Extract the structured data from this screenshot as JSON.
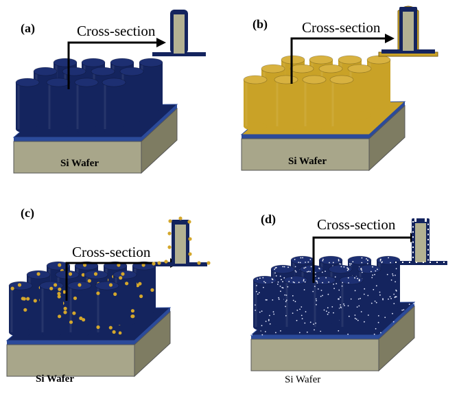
{
  "panels": [
    {
      "id": "a",
      "label": "(a)",
      "arrow_label": "Cross-section",
      "wafer_label": "Si Wafer",
      "variant": "plain",
      "wafer_label_bold": true
    },
    {
      "id": "b",
      "label": "(b)",
      "arrow_label": "Cross-section",
      "wafer_label": "Si Wafer",
      "variant": "gold",
      "wafer_label_bold": true
    },
    {
      "id": "c",
      "label": "(c)",
      "arrow_label": "Cross-section",
      "wafer_label": "Si Wafer",
      "variant": "particles",
      "wafer_label_bold": true
    },
    {
      "id": "d",
      "label": "(d)",
      "arrow_label": "Cross-section",
      "wafer_label": "Si Wafer",
      "variant": "porous",
      "wafer_label_bold": false
    }
  ],
  "colors": {
    "navy": "#14245e",
    "navy_dark": "#0c1744",
    "gold": "#c9a227",
    "gold_dark": "#a8841a",
    "wafer_top_edge": "#2b4a9a",
    "wafer_front": "#a8a68a",
    "wafer_side": "#7e7c62",
    "core": "#b3b192",
    "particle": "#d4a72c"
  }
}
